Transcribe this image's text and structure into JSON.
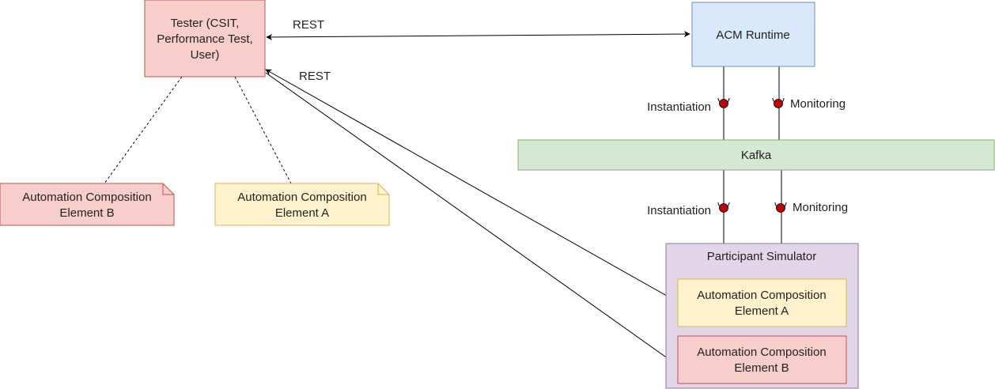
{
  "nodes": {
    "tester": {
      "lines": [
        "Tester (CSIT,",
        "Performance Test,",
        "User)"
      ],
      "fill": "#f8cecc",
      "stroke": "#b85450"
    },
    "acm_runtime": {
      "label": "ACM Runtime",
      "fill": "#dae8fc",
      "stroke": "#6c8ebf"
    },
    "kafka": {
      "label": "Kafka",
      "fill": "#d5e8d4",
      "stroke": "#82b366"
    },
    "participant_simulator": {
      "label": "Participant Simulator",
      "fill": "#e1d5e7",
      "stroke": "#9673a6"
    },
    "sim_element_a": {
      "lines": [
        "Automation Composition",
        "Element A"
      ],
      "fill": "#fff2cc",
      "stroke": "#d6b656"
    },
    "sim_element_b": {
      "lines": [
        "Automation Composition",
        "Element B"
      ],
      "fill": "#f8cecc",
      "stroke": "#b85450"
    },
    "note_element_b": {
      "lines": [
        "Automation Composition",
        "Element B"
      ],
      "fill": "#f8cecc",
      "stroke": "#b85450"
    },
    "note_element_a": {
      "lines": [
        "Automation Composition",
        "Element A"
      ],
      "fill": "#fff2cc",
      "stroke": "#d6b656"
    }
  },
  "edge_labels": {
    "rest_runtime": "REST",
    "rest_simulator": "REST",
    "instantiation_top": "Instantiation",
    "monitoring_top": "Monitoring",
    "instantiation_bottom": "Instantiation",
    "monitoring_bottom": "Monitoring"
  },
  "colors": {
    "line": "#000000",
    "interface_dot": "#c00000"
  }
}
